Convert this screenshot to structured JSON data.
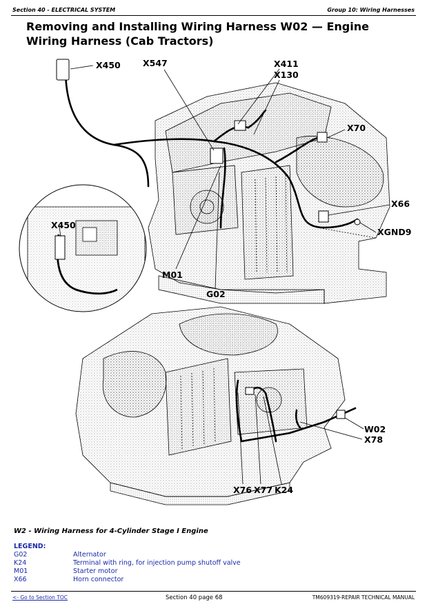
{
  "header": {
    "section": "Section 40 - ELECTRICAL SYSTEM",
    "group": "Group 10: Wiring Harnesses"
  },
  "title": "Removing and Installing Wiring Harness W02 — Engine Wiring Harness (Cab Tractors)",
  "callouts_top": {
    "x450": "X450",
    "x547": "X547",
    "x411": "X411",
    "x130": "X130",
    "x70": "X70",
    "x66": "X66",
    "xgnd9": "XGND9",
    "m01": "M01",
    "g02": "G02",
    "inset_x450": "X450"
  },
  "callouts_bottom": {
    "w02": "W02",
    "x78": "X78",
    "x76": "X76",
    "x77": "X77",
    "k24": "K24"
  },
  "caption": "W2 - Wiring Harness for 4-Cylinder Stage I Engine",
  "legend": {
    "heading": "LEGEND:",
    "items": [
      {
        "code": "G02",
        "desc": "Alternator"
      },
      {
        "code": "K24",
        "desc": "Terminal with ring, for injection pump shutoff valve"
      },
      {
        "code": "M01",
        "desc": "Starter motor"
      },
      {
        "code": "X66",
        "desc": "Horn connector"
      }
    ]
  },
  "footer": {
    "toc_link": "<- Go to Section TOC",
    "page": "Section 40 page 68",
    "manual": "TM609319-REPAIR TECHNICAL MANUAL"
  },
  "colors": {
    "link": "#1a2aa8",
    "drawing": "#000000"
  }
}
